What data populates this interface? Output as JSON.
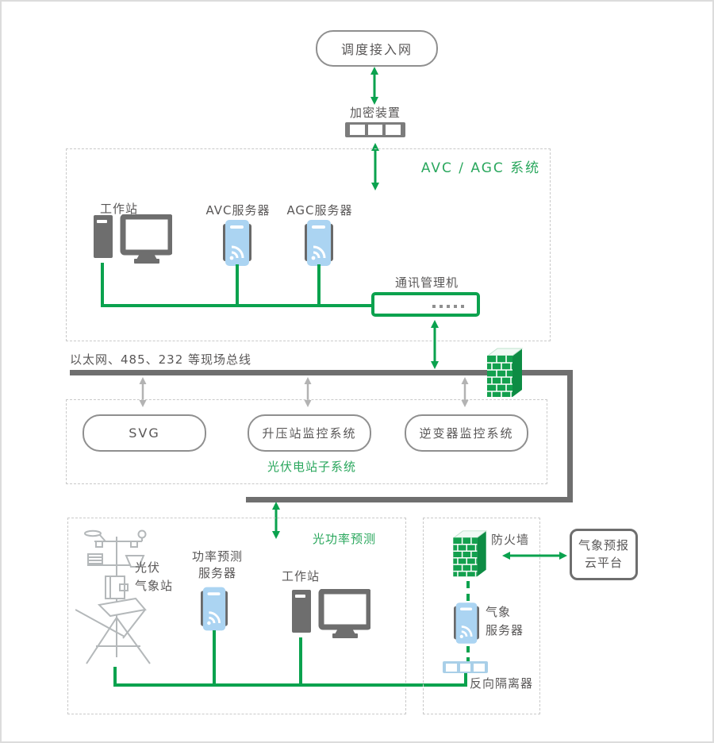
{
  "labels": {
    "dispatch_network": "调度接入网",
    "encryption_device": "加密装置",
    "avc_agc_system": "AVC / AGC 系统",
    "workstation_top": "工作站",
    "avc_server": "AVC服务器",
    "agc_server": "AGC服务器",
    "comm_manager": "通讯管理机",
    "fieldbus": "以太网、485、232 等现场总线",
    "svg_node": "SVG",
    "booster_scada": "升压站监控系统",
    "inverter_scada": "逆变器监控系统",
    "pv_subsystem": "光伏电站子系统",
    "power_forecast": "光功率预测",
    "pv_weather_line1": "光伏",
    "pv_weather_line2": "气象站",
    "forecast_server_line1": "功率预测",
    "forecast_server_line2": "服务器",
    "workstation_bottom": "工作站",
    "firewall": "防火墙",
    "cloud_line1": "气象预报",
    "cloud_line2": "云平台",
    "weather_server_line1": "气象",
    "weather_server_line2": "服务器",
    "reverse_isolator": "反向隔离器"
  },
  "colors": {
    "green_line": "#0aa24e",
    "green_text": "#2aa75d",
    "device_gray": "#6e6e6e",
    "server_blue": "#abd4f2",
    "server_side_gray": "#696969",
    "bus_gray": "#6f6f6f",
    "arrow_gray": "#b3b3b3",
    "text_gray": "#595757",
    "dashed_border": "#c9c9c9",
    "firewall_front": "#13a04e",
    "firewall_side": "#0d8c44"
  }
}
